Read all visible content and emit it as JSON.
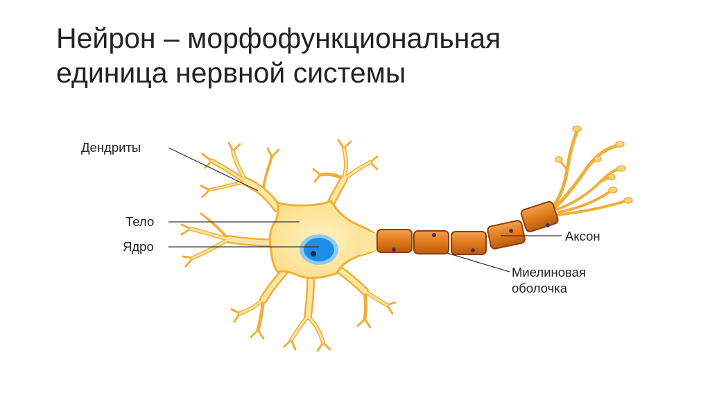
{
  "slide": {
    "title_line1": "Нейрон – морфофункциональная",
    "title_line2": "единица нервной системы"
  },
  "labels": {
    "dendrites": "Дендриты",
    "body": "Тело",
    "nucleus": "Ядро",
    "axon": "Аксон",
    "myelin_line1": "Миелиновая",
    "myelin_line2": "оболочка"
  },
  "colors": {
    "cell_fill": "#fde6a0",
    "cell_stroke": "#f1ae33",
    "nucleus": "#1c8ee8",
    "myelin": "#db7418",
    "myelin_stroke": "#8a3e0a",
    "axon_terminal": "#fad577",
    "leader_line": "#333333"
  }
}
